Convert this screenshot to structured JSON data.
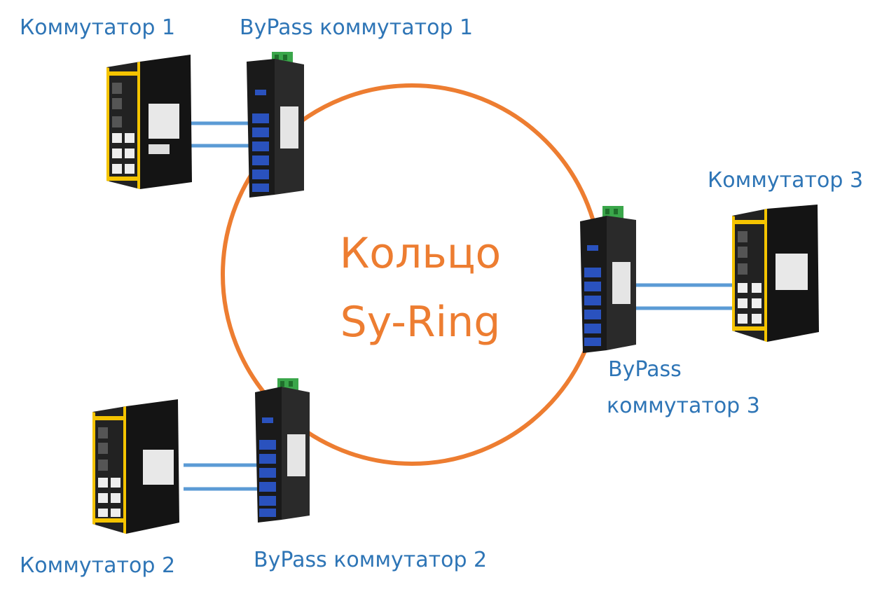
{
  "colors": {
    "label": "#2e75b6",
    "ring": "#ed7d31",
    "link": "#5b9bd5",
    "device_body": "#1c1c1c",
    "device_accent": "#f5c400",
    "terminal_block": "#3aa64a",
    "fiber_port": "#2a52be"
  },
  "labels": {
    "switch1": "Коммутатор 1",
    "bypass1": "ByPass коммутатор 1",
    "switch2": "Коммутатор 2",
    "bypass2": "ByPass коммутатор 2",
    "switch3": "Коммутатор 3",
    "bypass3_line1": "ByPass",
    "bypass3_line2": "коммутатор 3"
  },
  "ring": {
    "line1": "Кольцо",
    "line2": "Sy-Ring"
  },
  "icons": {
    "switch": "industrial-ethernet-switch-icon",
    "bypass": "bypass-switch-icon"
  }
}
